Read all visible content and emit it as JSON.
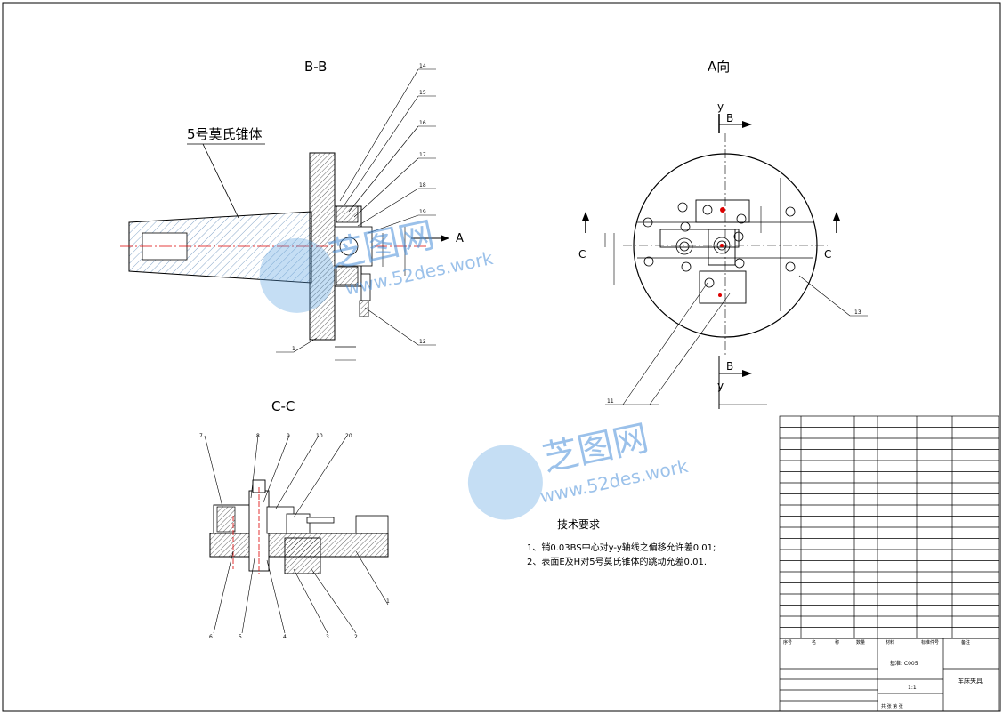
{
  "views": {
    "bb_title": "B-B",
    "a_title": "A向",
    "cc_title": "C-C"
  },
  "labels": {
    "morse_taper": "5号莫氏锥体",
    "arrow_a": "A",
    "cut_b_top": "B",
    "cut_b_bottom": "B",
    "cut_c_left": "C",
    "cut_c_right": "C",
    "axis_y_top": "y",
    "axis_y_bottom": "y"
  },
  "tech_requirements": {
    "heading": "技术要求",
    "items": [
      "1、销0.03BS中心对y-y轴线之偏移允许差0.01;",
      "2、表面E及H对5号莫氏锥体的跳动允差0.01."
    ]
  },
  "callouts_bb": [
    "14",
    "15",
    "16",
    "17",
    "18",
    "19",
    "1",
    "12"
  ],
  "callouts_a": [
    "13",
    "11"
  ],
  "callouts_cc_top": [
    "7",
    "8",
    "9",
    "10",
    "20"
  ],
  "callouts_cc_bottom": [
    "6",
    "5",
    "4",
    "3",
    "2",
    "1"
  ],
  "title_block": {
    "part_label": "车床夹具",
    "material_note": "基准: C005",
    "scale": "1:1",
    "sheet": "共 张 第 张",
    "header_cols": [
      "序号",
      "名",
      "称",
      "数量",
      "材料",
      "标准件号",
      "备注"
    ]
  },
  "watermark": {
    "logo_text": "芝图网",
    "url_text": "www.52des.work"
  }
}
